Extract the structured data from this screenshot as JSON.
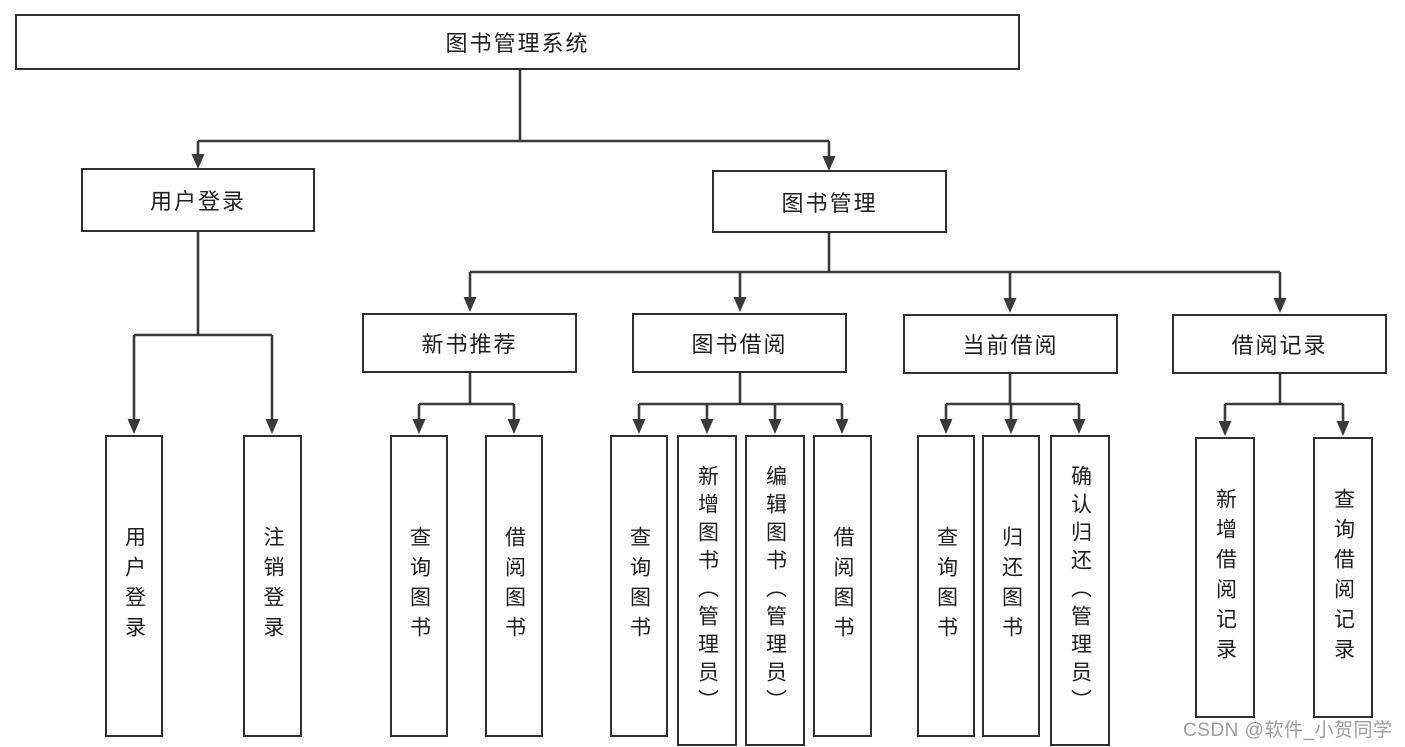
{
  "title": "图书管理系统",
  "watermark": "CSDN @软件_小贺同学",
  "colors": {
    "line": "#3a3a3a",
    "node_border": "#2f2f2f",
    "node_text": "#1e1e1e",
    "watermark": "#9d9d9d",
    "background": "#ffffff"
  },
  "nodes": {
    "root": {
      "label": "图书管理系统"
    },
    "user_login": {
      "label": "用户登录"
    },
    "book_management": {
      "label": "图书管理"
    },
    "new_book_recommend": {
      "label": "新书推荐"
    },
    "book_borrowing": {
      "label": "图书借阅"
    },
    "current_borrowing": {
      "label": "当前借阅"
    },
    "borrowing_records": {
      "label": "借阅记录"
    },
    "leaf_user_login": {
      "label": "用户登录"
    },
    "leaf_logout": {
      "label": "注销登录"
    },
    "leaf_query_books_recommend": {
      "label": "查询图书"
    },
    "leaf_borrow_books_recommend": {
      "label": "借阅图书"
    },
    "leaf_query_books_borrowing": {
      "label": "查询图书"
    },
    "leaf_add_books_admin": {
      "label": "新增图书（管理员）"
    },
    "leaf_edit_books_admin": {
      "label": "编辑图书（管理员）"
    },
    "leaf_borrow_books_borrowing": {
      "label": "借阅图书"
    },
    "leaf_query_books_current": {
      "label": "查询图书"
    },
    "leaf_return_books": {
      "label": "归还图书"
    },
    "leaf_confirm_return_admin": {
      "label": "确认归还（管理员）"
    },
    "leaf_add_borrow_record": {
      "label": "新增借阅记录"
    },
    "leaf_query_borrow_record": {
      "label": "查询借阅记录"
    }
  }
}
